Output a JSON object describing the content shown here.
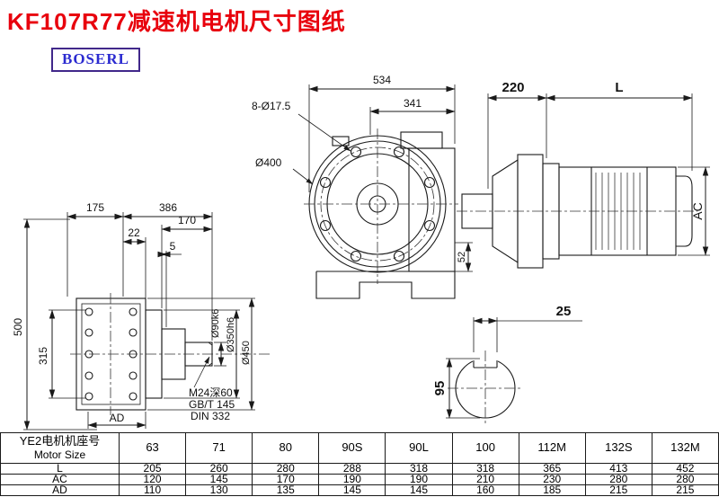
{
  "title": "KF107R77减速机电机尺寸图纸",
  "logo": "BOSERL",
  "drawing": {
    "front_view": {
      "dim_width_total": "534",
      "dim_width_right": "341",
      "bolt_holes": "8-Ø17.5",
      "flange_dia": "Ø400",
      "dim_foot": "52"
    },
    "motor_view": {
      "dim_adapter": "220",
      "dim_motor_length": "L",
      "dim_motor_dia": "AC"
    },
    "side_view": {
      "dim_175": "175",
      "dim_386": "386",
      "dim_170": "170",
      "dim_22": "22",
      "dim_5": "5",
      "dim_height": "500",
      "dim_315": "315",
      "shaft_dia": "Ø90k6",
      "spigot_dia": "Ø350h6",
      "flange_dia": "Ø450",
      "dim_ad": "AD",
      "note_tap": "M24深60",
      "note_gb": "GB/T 145",
      "note_din": "DIN 332"
    },
    "shaft_section": {
      "dim_key_width": "25",
      "dim_key_height": "95"
    }
  },
  "table": {
    "row_header": {
      "line1": "YE2电机机座号",
      "line2": "Motor Size"
    },
    "columns": [
      "63",
      "71",
      "80",
      "90S",
      "90L",
      "100",
      "112M",
      "132S",
      "132M"
    ],
    "rows": [
      {
        "label": "L",
        "values": [
          "205",
          "260",
          "280",
          "288",
          "318",
          "318",
          "365",
          "413",
          "452"
        ]
      },
      {
        "label": "AC",
        "values": [
          "120",
          "145",
          "170",
          "190",
          "190",
          "210",
          "230",
          "280",
          "280"
        ]
      },
      {
        "label": "AD",
        "values": [
          "110",
          "130",
          "135",
          "145",
          "145",
          "160",
          "185",
          "215",
          "215"
        ]
      }
    ]
  }
}
